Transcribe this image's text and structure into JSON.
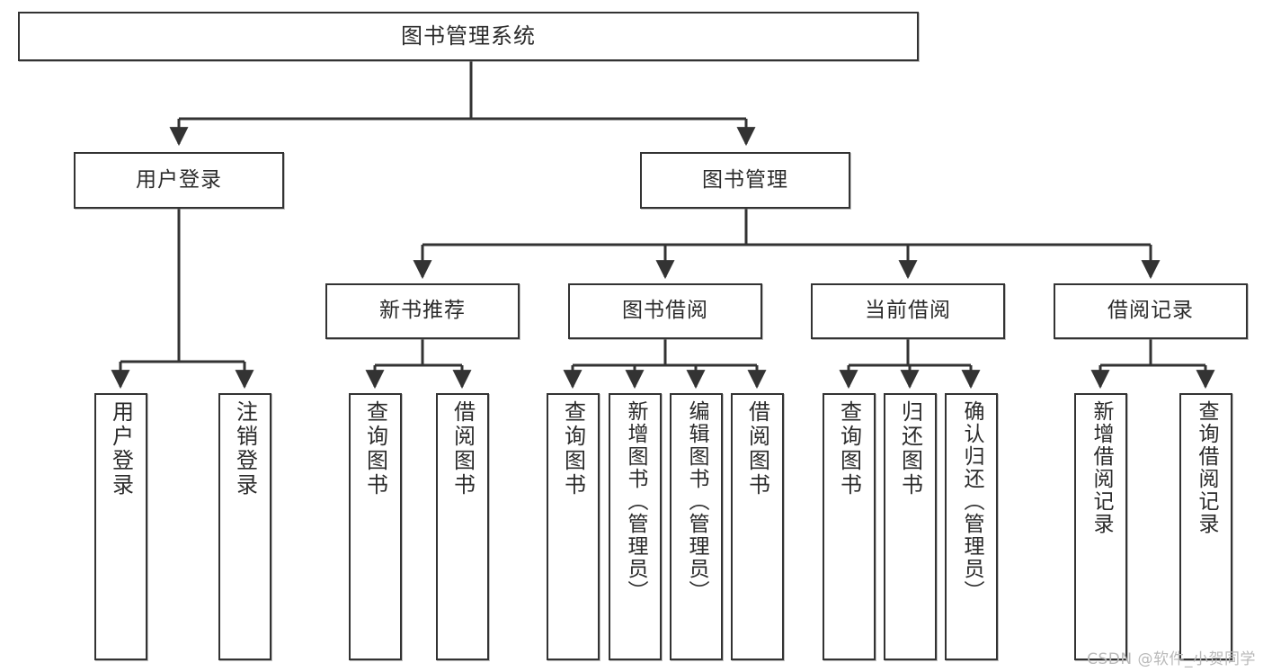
{
  "diagram": {
    "title": "图书管理系统",
    "type": "tree-hierarchy-chart",
    "watermark": "CSDN @软件_小贺同学",
    "colors": {
      "box_border": "#333333",
      "box_fill": "#ffffff",
      "connector": "#333333",
      "text": "#2b2b2b",
      "watermark": "#b9b9b9"
    },
    "root": {
      "label": "图书管理系统"
    },
    "level1": [
      {
        "label": "用户登录"
      },
      {
        "label": "图书管理"
      }
    ],
    "level2": [
      {
        "label": "新书推荐"
      },
      {
        "label": "图书借阅"
      },
      {
        "label": "当前借阅"
      },
      {
        "label": "借阅记录"
      }
    ],
    "leaves": {
      "user_login": [
        {
          "label": "用户登录"
        },
        {
          "label": "注销登录"
        }
      ],
      "new_book_recommend": [
        {
          "label": "查询图书"
        },
        {
          "label": "借阅图书"
        }
      ],
      "book_borrow": [
        {
          "label": "查询图书"
        },
        {
          "label": "新增图书（管理员）"
        },
        {
          "label": "编辑图书（管理员）"
        },
        {
          "label": "借阅图书"
        }
      ],
      "current_borrow": [
        {
          "label": "查询图书"
        },
        {
          "label": "归还图书"
        },
        {
          "label": "确认归还（管理员）"
        }
      ],
      "borrow_record": [
        {
          "label": "新增借阅记录"
        },
        {
          "label": "查询借阅记录"
        }
      ]
    }
  }
}
